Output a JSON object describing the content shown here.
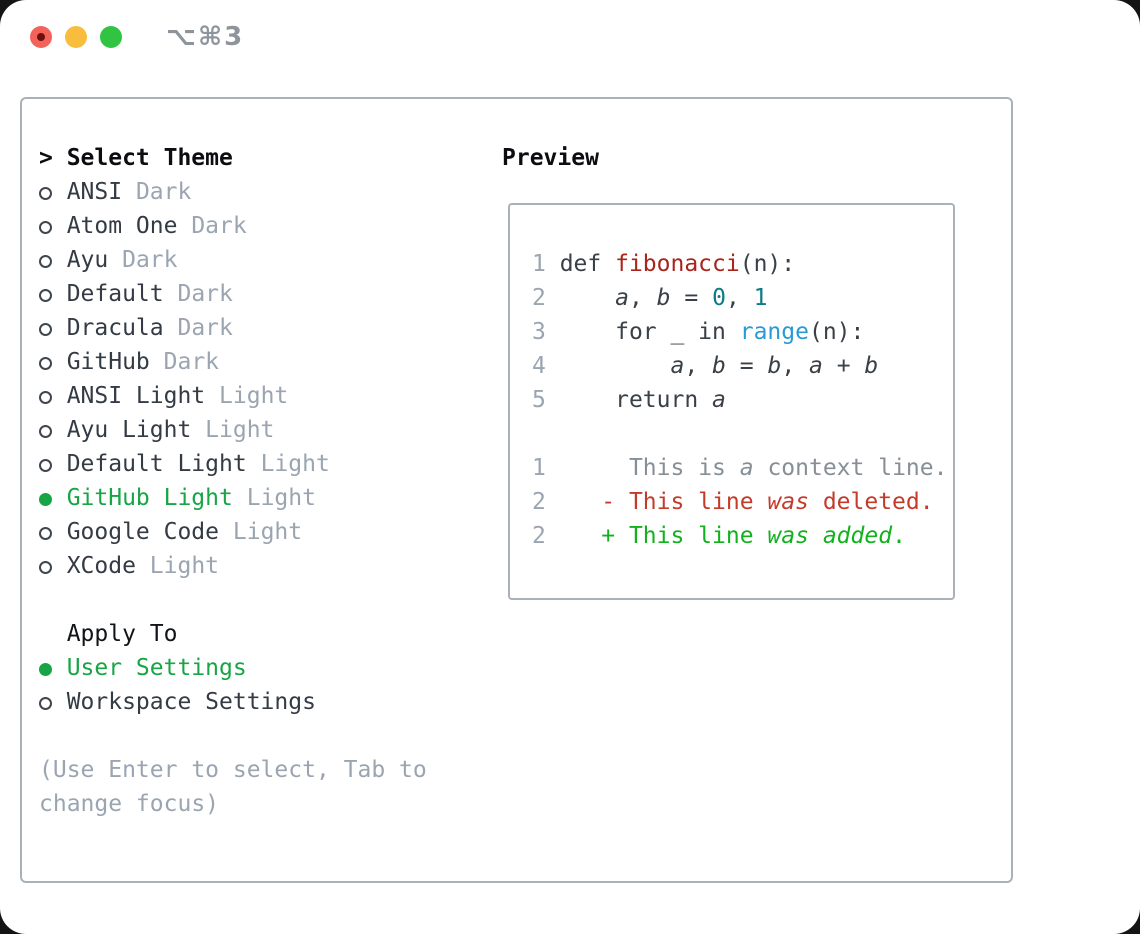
{
  "window": {
    "title": "⌥⌘3"
  },
  "theme_menu": {
    "cursor": ">",
    "header": "Select Theme",
    "items": [
      {
        "name": "ANSI",
        "tag": "Dark",
        "selected": false
      },
      {
        "name": "Atom One",
        "tag": "Dark",
        "selected": false
      },
      {
        "name": "Ayu",
        "tag": "Dark",
        "selected": false
      },
      {
        "name": "Default",
        "tag": "Dark",
        "selected": false
      },
      {
        "name": "Dracula",
        "tag": "Dark",
        "selected": false
      },
      {
        "name": "GitHub",
        "tag": "Dark",
        "selected": false
      },
      {
        "name": "ANSI Light",
        "tag": "Light",
        "selected": false
      },
      {
        "name": "Ayu Light",
        "tag": "Light",
        "selected": false
      },
      {
        "name": "Default Light",
        "tag": "Light",
        "selected": false
      },
      {
        "name": "GitHub Light",
        "tag": "Light",
        "selected": true
      },
      {
        "name": "Google Code",
        "tag": "Light",
        "selected": false
      },
      {
        "name": "XCode",
        "tag": "Light",
        "selected": false
      }
    ]
  },
  "apply_to": {
    "header": "Apply To",
    "options": [
      {
        "label": "User Settings",
        "selected": true
      },
      {
        "label": "Workspace Settings",
        "selected": false
      }
    ]
  },
  "hint": {
    "line1": "(Use Enter to select, Tab to",
    "line2": "change focus)"
  },
  "preview": {
    "header": "Preview",
    "lines": [
      [
        {
          "t": "1 ",
          "c": "num"
        },
        {
          "t": "def ",
          "c": "code"
        },
        {
          "t": "fibonacci",
          "c": "fn"
        },
        {
          "t": "(n):",
          "c": "code"
        }
      ],
      [
        {
          "t": "2",
          "c": "num"
        },
        {
          "t": "     ",
          "c": "code"
        },
        {
          "t": "a",
          "c": "code",
          "i": 1
        },
        {
          "t": ", ",
          "c": "code"
        },
        {
          "t": "b",
          "c": "code",
          "i": 1
        },
        {
          "t": " = ",
          "c": "code"
        },
        {
          "t": "0",
          "c": "lit"
        },
        {
          "t": ", ",
          "c": "code"
        },
        {
          "t": "1",
          "c": "lit"
        }
      ],
      [
        {
          "t": "3",
          "c": "num"
        },
        {
          "t": "     for _ in ",
          "c": "code"
        },
        {
          "t": "range",
          "c": "bi"
        },
        {
          "t": "(n):",
          "c": "code"
        }
      ],
      [
        {
          "t": "4",
          "c": "num"
        },
        {
          "t": "         ",
          "c": "code"
        },
        {
          "t": "a",
          "c": "code",
          "i": 1
        },
        {
          "t": ", ",
          "c": "code"
        },
        {
          "t": "b",
          "c": "code",
          "i": 1
        },
        {
          "t": " = ",
          "c": "code"
        },
        {
          "t": "b",
          "c": "code",
          "i": 1
        },
        {
          "t": ", ",
          "c": "code"
        },
        {
          "t": "a",
          "c": "code",
          "i": 1
        },
        {
          "t": " + ",
          "c": "code"
        },
        {
          "t": "b",
          "c": "code",
          "i": 1
        }
      ],
      [
        {
          "t": "5",
          "c": "num"
        },
        {
          "t": "     return ",
          "c": "code"
        },
        {
          "t": "a",
          "c": "code",
          "i": 1
        }
      ],
      [],
      [
        {
          "t": "1",
          "c": "num"
        },
        {
          "t": "      ",
          "c": "ctx"
        },
        {
          "t": "This is ",
          "c": "ctx"
        },
        {
          "t": "a",
          "c": "ctx",
          "i": 1
        },
        {
          "t": " context line.",
          "c": "ctx"
        }
      ],
      [
        {
          "t": "2",
          "c": "num"
        },
        {
          "t": "    ",
          "c": "code"
        },
        {
          "t": "- This line ",
          "c": "del"
        },
        {
          "t": "was",
          "c": "del",
          "i": 1
        },
        {
          "t": " deleted.",
          "c": "del"
        }
      ],
      [
        {
          "t": "2",
          "c": "num"
        },
        {
          "t": "    ",
          "c": "code"
        },
        {
          "t": "+ This line ",
          "c": "add"
        },
        {
          "t": "was",
          "c": "add",
          "i": 1
        },
        {
          "t": " ",
          "c": "add"
        },
        {
          "t": "added",
          "c": "add",
          "i": 1
        },
        {
          "t": ".",
          "c": "add"
        }
      ]
    ]
  },
  "colors": {
    "accent_green": "#17a546",
    "added_green": "#12b21e",
    "deleted_red": "#c43b2a",
    "function_red": "#a8251c",
    "literal_teal": "#0c7b85",
    "builtin_blue": "#2a9bd2",
    "muted_gray": "#9aa5b1",
    "text_dark": "#343b44",
    "border_gray": "#a9b1bb",
    "traffic_red": "#f4635b",
    "traffic_yellow": "#f8bd3c",
    "traffic_green": "#31c342"
  }
}
